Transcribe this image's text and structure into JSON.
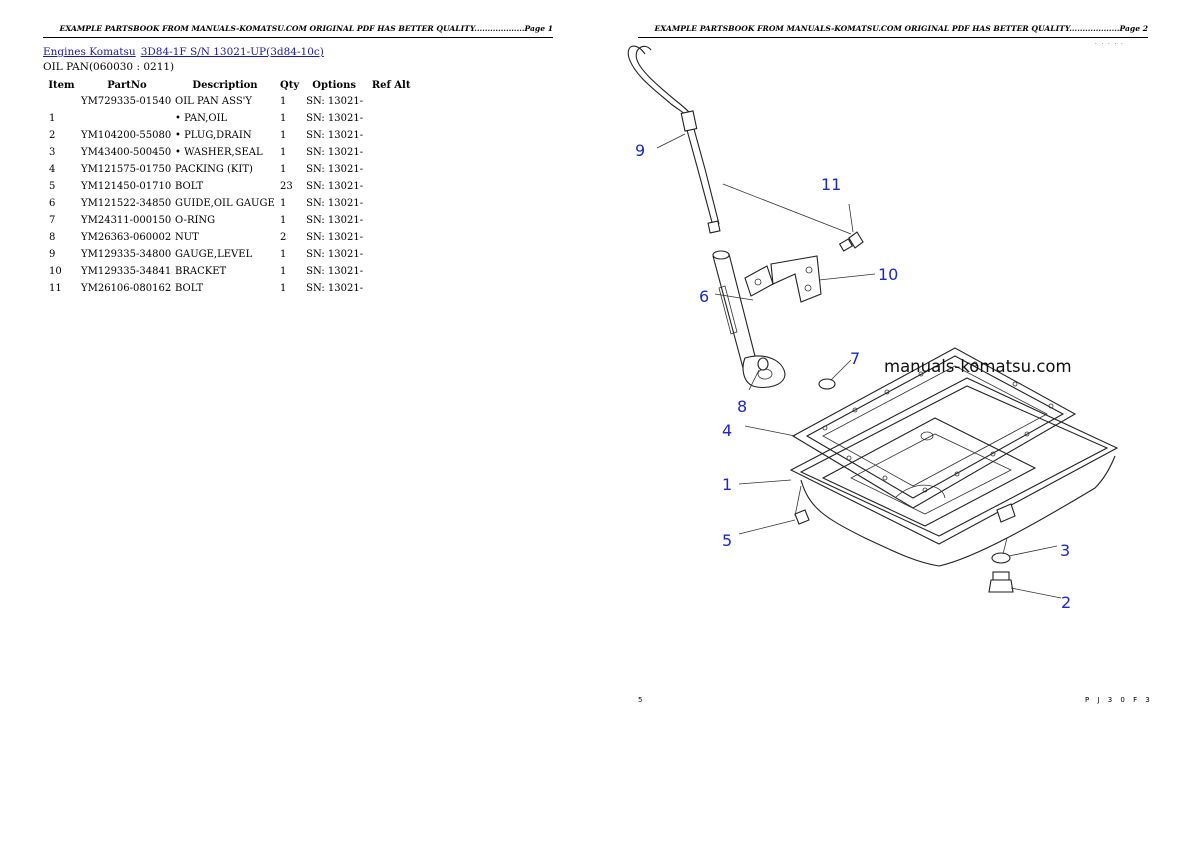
{
  "pages": [
    {
      "header": "EXAMPLE PARTSBOOK FROM MANUALS-KOMATSU.COM ORIGINAL PDF HAS BETTER QUALITY...................Page 1"
    },
    {
      "header": "EXAMPLE PARTSBOOK FROM MANUALS-KOMATSU.COM ORIGINAL PDF HAS BETTER QUALITY...................Page 2"
    }
  ],
  "breadcrumb": {
    "link1": "Engines Komatsu",
    "link2": "3D84-1F S/N 13021-UP(3d84-10c)"
  },
  "section_title": "OIL PAN(060030 : 0211)",
  "table": {
    "headers": [
      "Item",
      "PartNo",
      "Description",
      "Qty",
      "Options",
      "Ref Alt"
    ],
    "rows": [
      {
        "item": "",
        "part": "YM729335-01540",
        "desc": "OIL PAN ASS'Y",
        "qty": "1",
        "opt": "SN: 13021-",
        "ref": ""
      },
      {
        "item": "1",
        "part": "",
        "desc": "• PAN,OIL",
        "qty": "1",
        "opt": "SN: 13021-",
        "ref": ""
      },
      {
        "item": "2",
        "part": "YM104200-55080",
        "desc": "• PLUG,DRAIN",
        "qty": "1",
        "opt": "SN: 13021-",
        "ref": ""
      },
      {
        "item": "3",
        "part": "YM43400-500450",
        "desc": "• WASHER,SEAL",
        "qty": "1",
        "opt": "SN: 13021-",
        "ref": ""
      },
      {
        "item": "4",
        "part": "YM121575-01750",
        "desc": "PACKING (KIT)",
        "qty": "1",
        "opt": "SN: 13021-",
        "ref": ""
      },
      {
        "item": "5",
        "part": "YM121450-01710",
        "desc": "BOLT",
        "qty": "23",
        "opt": "SN: 13021-",
        "ref": ""
      },
      {
        "item": "6",
        "part": "YM121522-34850",
        "desc": "GUIDE,OIL GAUGE",
        "qty": "1",
        "opt": "SN: 13021-",
        "ref": ""
      },
      {
        "item": "7",
        "part": "YM24311-000150",
        "desc": "O-RING",
        "qty": "1",
        "opt": "SN: 13021-",
        "ref": ""
      },
      {
        "item": "8",
        "part": "YM26363-060002",
        "desc": "NUT",
        "qty": "2",
        "opt": "SN: 13021-",
        "ref": ""
      },
      {
        "item": "9",
        "part": "YM129335-34800",
        "desc": "GAUGE,LEVEL",
        "qty": "1",
        "opt": "SN: 13021-",
        "ref": ""
      },
      {
        "item": "10",
        "part": "YM129335-34841",
        "desc": "BRACKET",
        "qty": "1",
        "opt": "SN: 13021-",
        "ref": ""
      },
      {
        "item": "11",
        "part": "YM26106-080162",
        "desc": "BOLT",
        "qty": "1",
        "opt": "SN: 13021-",
        "ref": ""
      }
    ]
  },
  "diagram": {
    "watermark": "manuals-komatsu.com",
    "callouts": [
      "1",
      "2",
      "3",
      "4",
      "5",
      "6",
      "7",
      "8",
      "9",
      "10",
      "11"
    ],
    "footer_left": "5",
    "footer_right": "P J 3 0 F 3",
    "top_marks": "· · · · ·",
    "callout_color": "#1a28c8"
  }
}
